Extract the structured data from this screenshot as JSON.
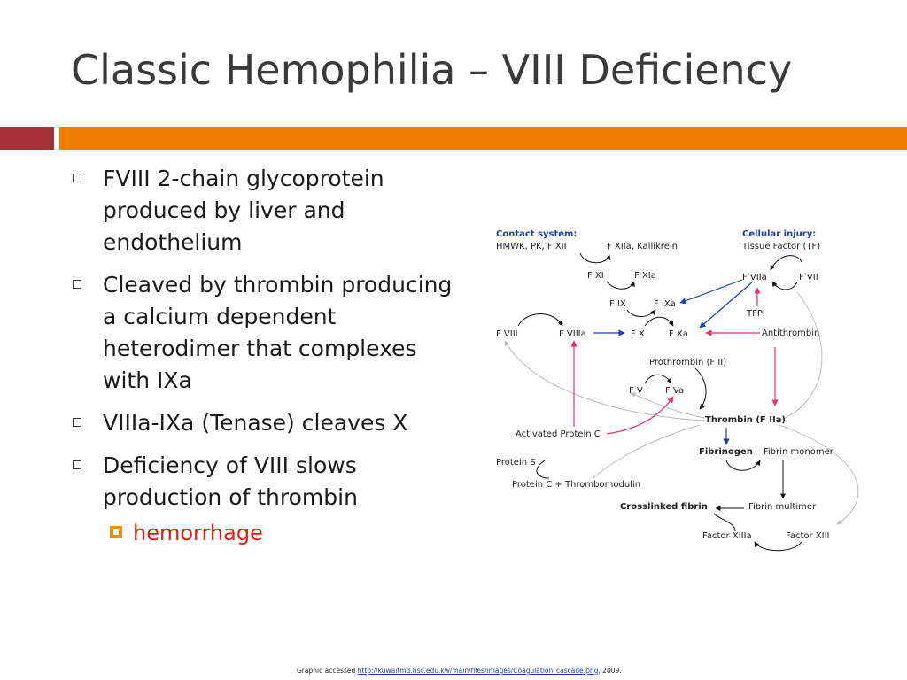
{
  "title": "Classic Hemophilia – VIII Deficiency",
  "bullets": [
    "FVIII 2-chain glycoprotein produced by liver and endothelium",
    "Cleaved by thrombin producing a calcium dependent heterodimer that complexes with IXa",
    "VIIIa-IXa (Tenase) cleaves X",
    "Deficiency of VIII slows production of thrombin"
  ],
  "sub_bullet": "hemorrhage",
  "diagram": {
    "contact_title": "Contact system:",
    "contact_factors": "HMWK, PK, F XII",
    "f12a": "F XIIa, Kallikrein",
    "cellular_title": "Cellular injury:",
    "tissue_factor": "Tissue Factor (TF)",
    "f11": "F XI",
    "f11a": "F XIa",
    "f7a": "F VIIa",
    "f7": "F VII",
    "f9": "F IX",
    "f9a": "F IXa",
    "tfpi": "TFPI",
    "f8": "F VIII",
    "f8a": "F VIIIa",
    "f10": "F X",
    "f10a": "F Xa",
    "antithrombin": "Antithrombin",
    "prothrombin": "Prothrombin (F II)",
    "f5": "F V",
    "f5a": "F Va",
    "thrombin": "Thrombin (F IIa)",
    "apc": "Activated Protein C",
    "fibrinogen": "Fibrinogen",
    "fibrin_monomer": "Fibrin monomer",
    "protein_s": "Protein S",
    "protein_c": "Protein C + Thrombomodulin",
    "crosslinked": "Crosslinked fibrin",
    "fibrin_multimer": "Fibrin multimer",
    "f13a": "Factor XIIIa",
    "f13": "Factor XIII"
  },
  "footer": {
    "prefix": "Graphic accessed ",
    "link": "http://kuwaitmd.hsc.edu.kw/main/files/images/Coagulation_cascade.png",
    "suffix": ", 2009."
  },
  "colors": {
    "title": "#3a3a3a",
    "band_red": "#a8303a",
    "band_orange": "#ef7d00",
    "sub_bullet": "#e41b13",
    "diagram_blue": "#1a3fb3",
    "inhibit_pink": "#e8336b"
  }
}
